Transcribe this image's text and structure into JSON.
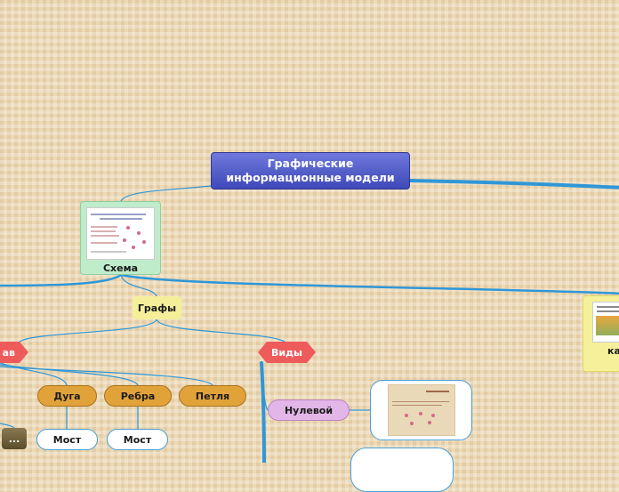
{
  "map": {
    "central": "Графические информационные модели",
    "schema": "Схема",
    "grafy": "Графы",
    "sostav": "ав",
    "vidy": "Виды",
    "duga": "Дуга",
    "rebra": "Ребра",
    "petlya": "Петля",
    "most1": "Мост",
    "most2": "Мост",
    "more": "...",
    "nulevoy": "Нулевой",
    "right_card": "ка"
  },
  "colors": {
    "link": "#2f97d8",
    "central": "#4a53c4",
    "tag": "#ee5b5b",
    "orange": "#e2a23a",
    "purple": "#e2b6e7",
    "green": "#bfeccb",
    "yellow": "#f4ef98"
  }
}
